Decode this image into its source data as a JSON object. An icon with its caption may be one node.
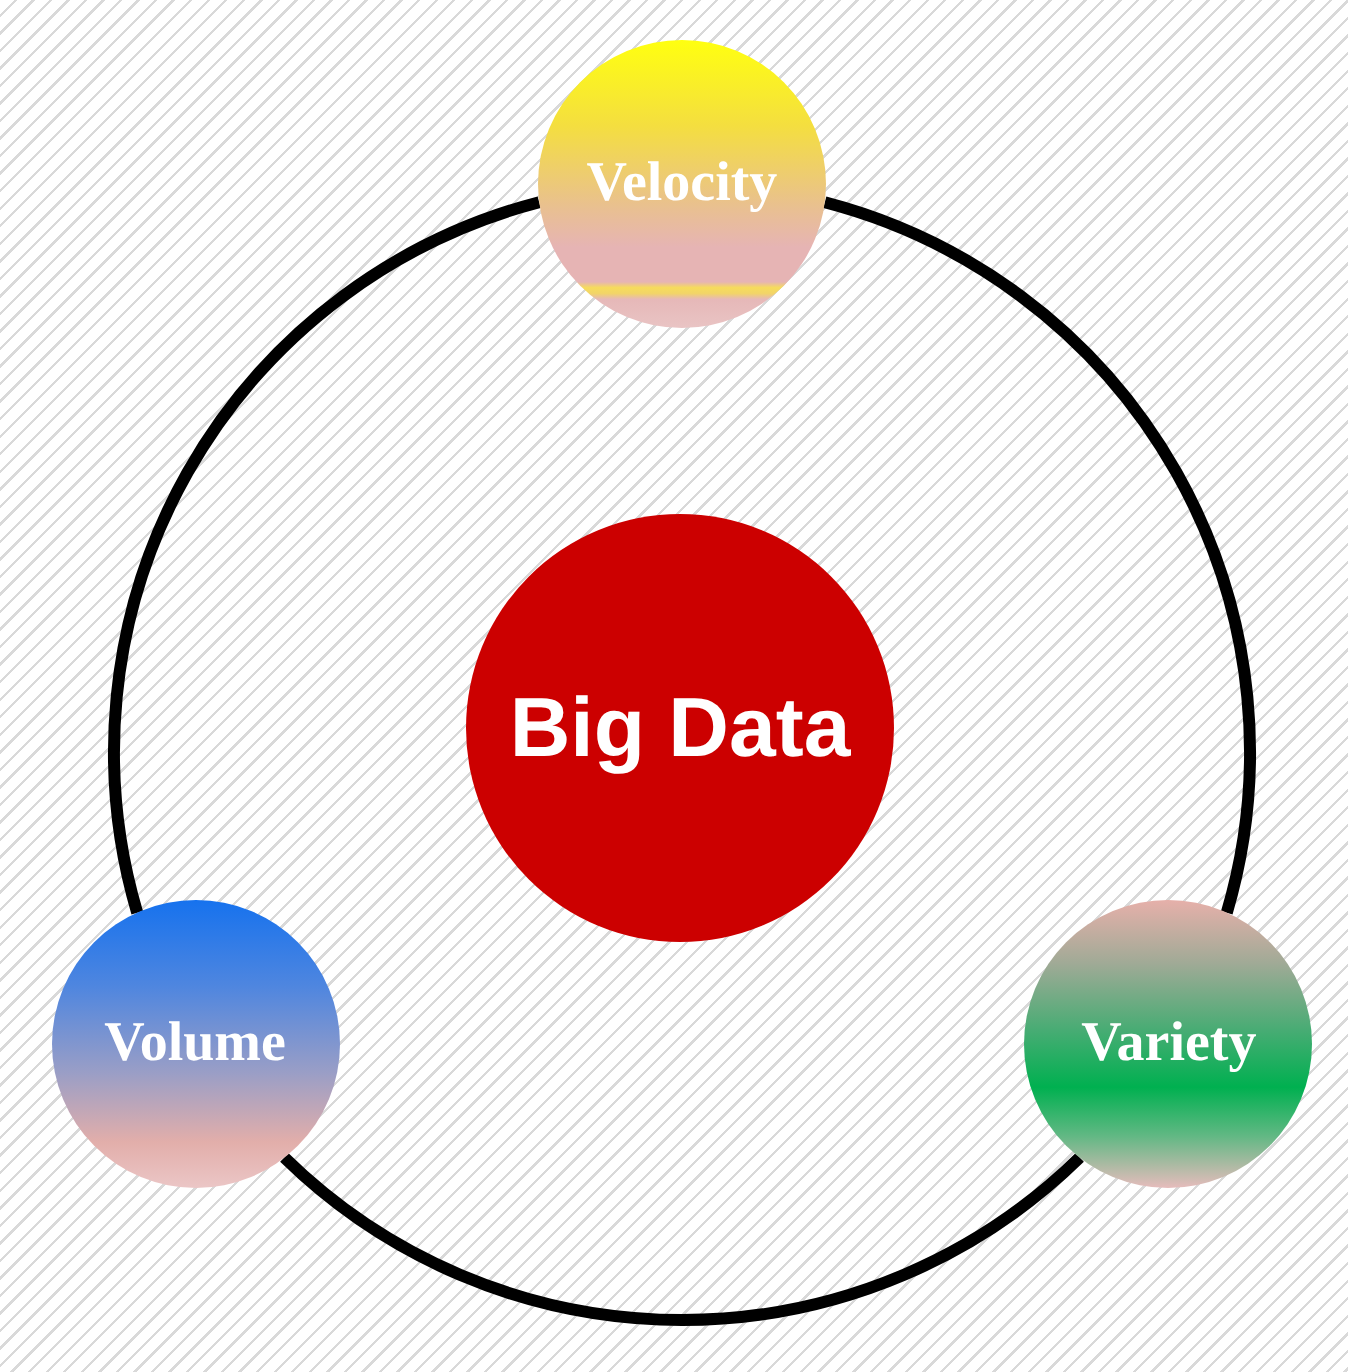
{
  "diagram": {
    "nodes": [
      {
        "text": [
          "Velocity"
        ]
      },
      {
        "text": [
          "Big Data"
        ]
      },
      {
        "text": [
          "Volume"
        ]
      },
      {
        "text": [
          "Variety"
        ]
      }
    ],
    "edges": [
      {
        "from": 0,
        "to": 3,
        "arrow": "none"
      },
      {
        "from": 3,
        "to": 2,
        "arrow": "none"
      },
      {
        "from": 2,
        "to": 0,
        "arrow": "none"
      }
    ]
  }
}
